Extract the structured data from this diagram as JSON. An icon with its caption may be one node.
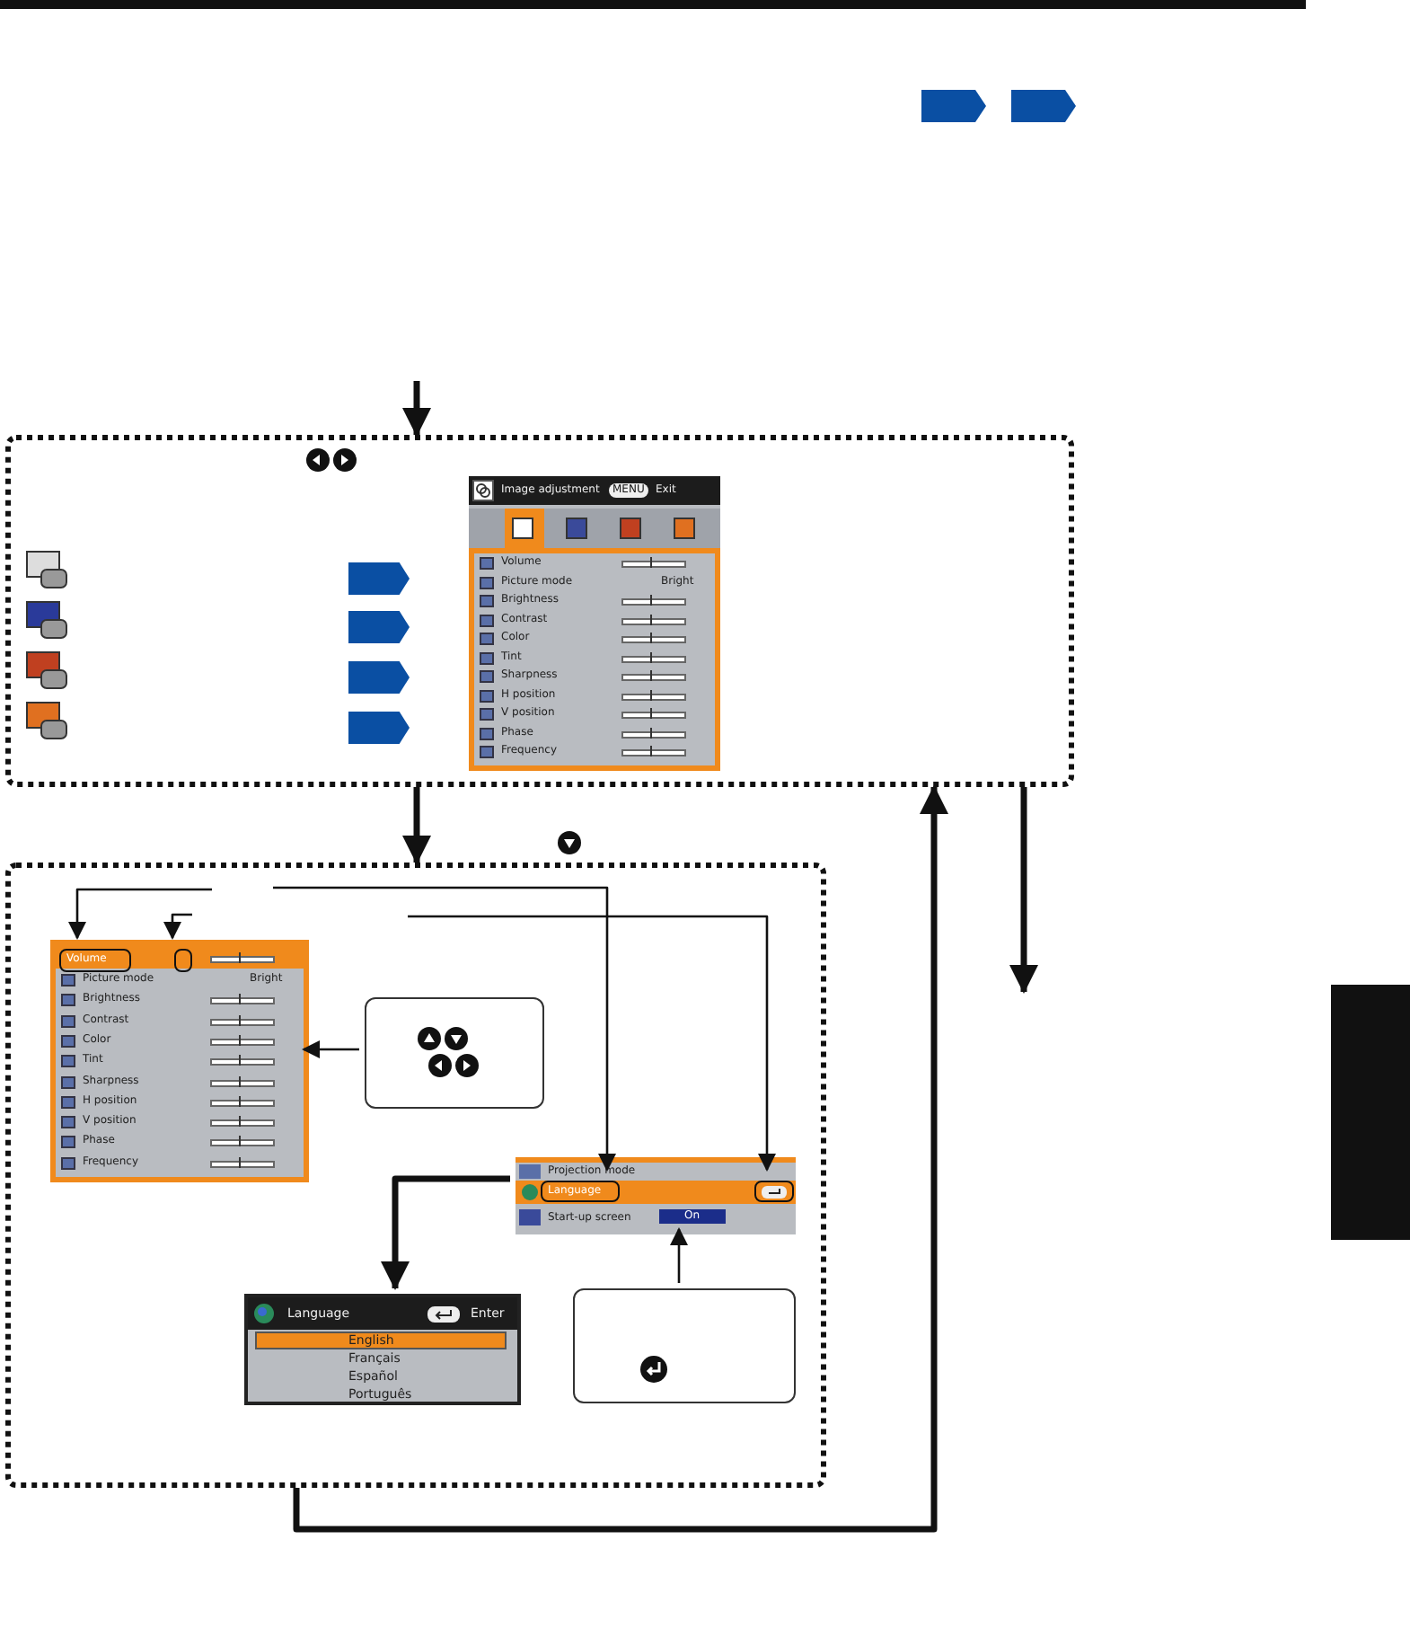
{
  "diagram": {
    "nodes": [
      {
        "text": [],
        "shape": "tag"
      },
      {
        "text": [],
        "shape": "tag"
      },
      {
        "text": [],
        "shape": "box"
      },
      {
        "text": [],
        "shape": "tag",
        "in": 2
      },
      {
        "text": [],
        "shape": "tag",
        "in": 2
      },
      {
        "text": [],
        "shape": "tag",
        "in": 2
      },
      {
        "text": [],
        "shape": "tag",
        "in": 2
      },
      {
        "text": [
          "Image adjustment",
          "MENU",
          "Exit",
          "Volume",
          "Picture mode",
          "Bright",
          "Brightness",
          "Contrast",
          "Color",
          "Tint",
          "Sharpness",
          "H position",
          "V position",
          "Phase",
          "Frequency"
        ],
        "in": 2
      },
      {
        "text": [],
        "shape": "box"
      },
      {
        "text": [
          "Picture mode",
          "Bright",
          "Brightness",
          "Contrast",
          "Color",
          "Tint",
          "Sharpness",
          "H position",
          "V position",
          "Phase",
          "Frequency"
        ],
        "in": 8
      },
      {
        "text": [
          "Volume"
        ],
        "in": 9
      },
      {
        "text": [],
        "shape": "box",
        "in": 9
      },
      {
        "text": [],
        "shape": "box",
        "in": 8
      },
      {
        "text": [
          "Projection mode",
          "Start-up screen",
          "On"
        ],
        "in": 8
      },
      {
        "text": [
          "Language"
        ],
        "in": 13
      },
      {
        "text": [],
        "shape": "box",
        "in": 13
      },
      {
        "text": [
          "Language",
          "Enter",
          "English",
          "Français",
          "Español",
          "Português"
        ],
        "in": 8
      },
      {
        "text": [],
        "shape": "box",
        "in": 8
      },
      {
        "text": [],
        "shape": "box"
      }
    ],
    "edges": [
      {
        "from": null,
        "to": 2,
        "arrow": "to",
        "style": "thick"
      },
      {
        "from": 2,
        "to": 8,
        "arrow": "to",
        "style": "thick"
      },
      {
        "from": 2,
        "to": null,
        "arrow": "to",
        "style": "thick"
      },
      {
        "from": 8,
        "to": 2,
        "arrow": "to",
        "style": "thick"
      },
      {
        "from": null,
        "to": 10,
        "arrow": "to"
      },
      {
        "from": null,
        "to": 14,
        "arrow": "to"
      },
      {
        "from": null,
        "to": 11,
        "arrow": "to"
      },
      {
        "from": null,
        "to": 15,
        "arrow": "to"
      },
      {
        "from": 12,
        "to": 9,
        "arrow": "to"
      },
      {
        "from": 13,
        "to": 16,
        "arrow": "to",
        "style": "thick"
      },
      {
        "from": 17,
        "to": 13,
        "arrow": "to"
      }
    ]
  }
}
